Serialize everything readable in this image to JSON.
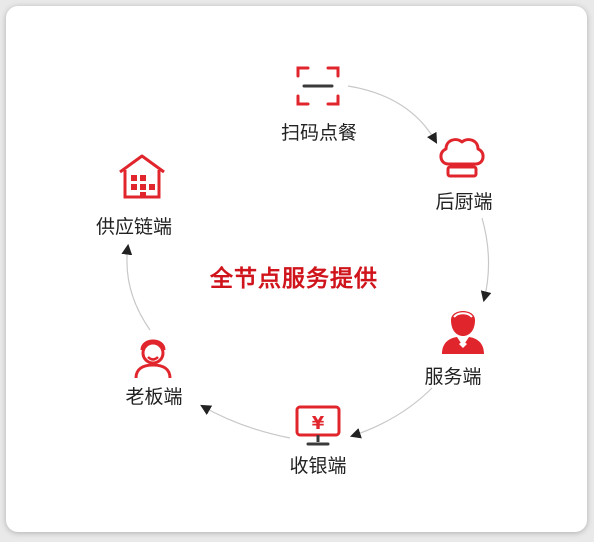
{
  "title": "全节点服务提供",
  "colors": {
    "accent": "#d0141b",
    "icon_red": "#e0262c",
    "icon_dark": "#3a3a3a"
  },
  "nodes": [
    {
      "label": "扫码点餐",
      "icon": "scan-icon"
    },
    {
      "label": "后厨端",
      "icon": "chef-hat-icon"
    },
    {
      "label": "服务端",
      "icon": "waiter-icon"
    },
    {
      "label": "收银端",
      "icon": "cashier-monitor-icon"
    },
    {
      "label": "老板端",
      "icon": "boss-icon"
    },
    {
      "label": "供应链端",
      "icon": "warehouse-icon"
    }
  ]
}
